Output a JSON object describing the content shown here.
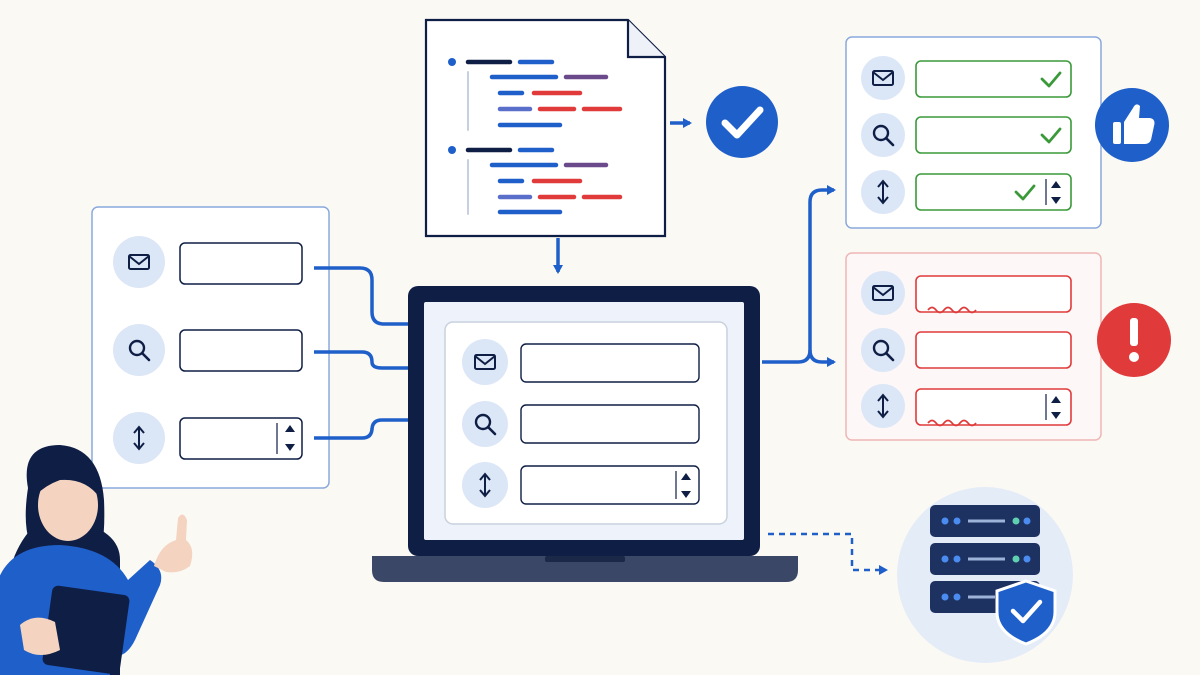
{
  "colors": {
    "background": "#fbf9f4",
    "navy": "#0f1e45",
    "accent_blue": "#1f5fc9",
    "icon_circle": "#dbe6f7",
    "valid_green": "#3a9a3a",
    "error_red": "#e03a3a",
    "panel_border_blue": "#8aa9dd",
    "panel_border_red": "#f0b6b6"
  },
  "source_form": {
    "fields": [
      {
        "icon": "mail-icon",
        "type": "email",
        "value": ""
      },
      {
        "icon": "search-icon",
        "type": "search",
        "value": ""
      },
      {
        "icon": "up-down-arrow-icon",
        "type": "number",
        "value": ""
      }
    ]
  },
  "code_document": {
    "icon": "document-icon",
    "status_icon": "checkmark-icon"
  },
  "laptop_form": {
    "fields": [
      {
        "icon": "mail-icon",
        "type": "email",
        "value": ""
      },
      {
        "icon": "search-icon",
        "type": "search",
        "value": ""
      },
      {
        "icon": "up-down-arrow-icon",
        "type": "number",
        "value": ""
      }
    ]
  },
  "valid_form": {
    "status_icon": "thumbs-up-icon",
    "fields": [
      {
        "icon": "mail-icon",
        "state": "valid",
        "value": ""
      },
      {
        "icon": "search-icon",
        "state": "valid",
        "value": ""
      },
      {
        "icon": "up-down-arrow-icon",
        "state": "valid",
        "value": ""
      }
    ]
  },
  "invalid_form": {
    "status_icon": "exclamation-icon",
    "fields": [
      {
        "icon": "mail-icon",
        "state": "error",
        "value": ""
      },
      {
        "icon": "search-icon",
        "state": "neutral",
        "value": ""
      },
      {
        "icon": "up-down-arrow-icon",
        "state": "error",
        "value": ""
      }
    ]
  },
  "server": {
    "icon": "server-stack-icon",
    "badge_icon": "shield-check-icon"
  },
  "person": {
    "description_icon": "developer-with-tablet-icon"
  }
}
